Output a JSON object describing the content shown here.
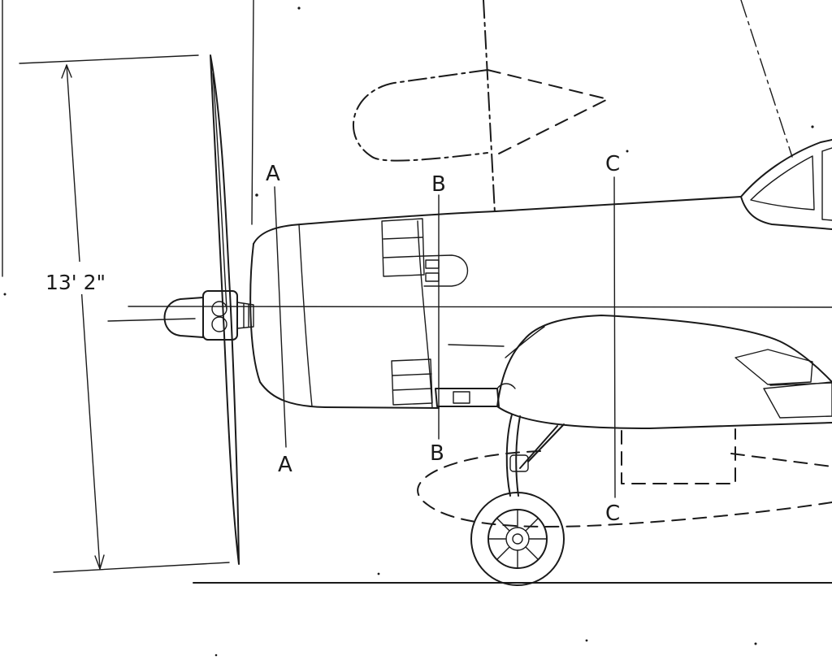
{
  "dimension": {
    "propeller_diameter": "13' 2\""
  },
  "section_labels": {
    "a_top": "A",
    "a_bottom": "A",
    "b_top": "B",
    "b_bottom": "B",
    "c_top": "C",
    "c_bottom": "C"
  },
  "colors": {
    "ink": "#1a1a1a",
    "paper": "#ffffff"
  }
}
